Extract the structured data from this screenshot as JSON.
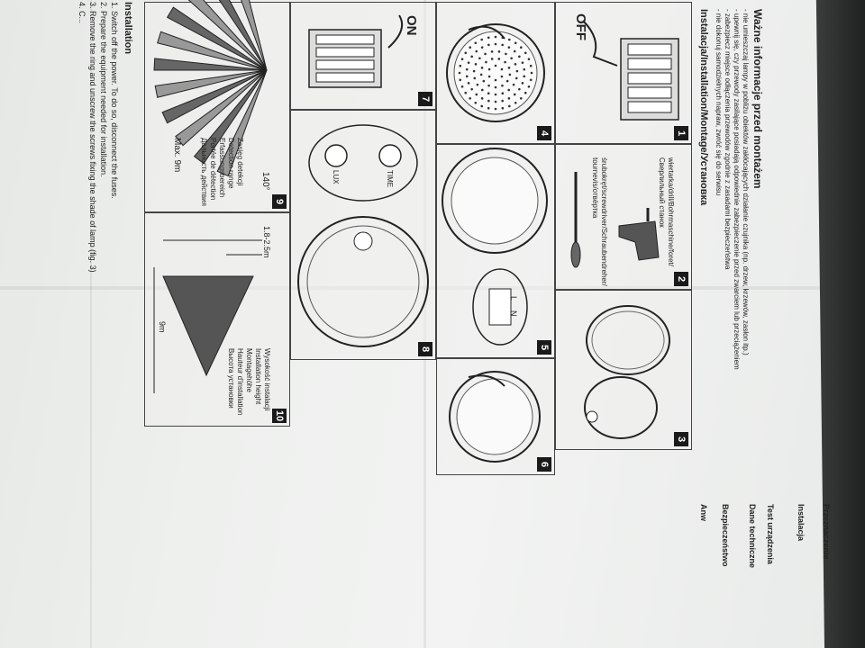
{
  "header": {
    "title": "Ważne informacje przed montażem",
    "bullets": [
      "- nie umieszczaj lampy w pobliżu obiektów zakłócających działanie czujnika (np. drzew, krzewów, zasłon itp.)",
      "- upewnij się, czy przewody zasilające posiadają odpowiednie zabezpieczenie przed zwarciem lub przeciążeniem",
      "- zabezpiecz miejsce odłączenia przewodów zgodnie z zasadami bezpieczeństwa",
      "- nie dokonuj samodzielnych napraw, zwróć się do serwisu"
    ],
    "section_title": "Instalacja/Installation/Montage/Установка"
  },
  "steps": [
    {
      "num": "1",
      "label": "OFF"
    },
    {
      "num": "2",
      "tools": [
        "wiertarka/drill/Bohrmaschine/foret/",
        "Сверлильный станок",
        "śrubokręt/screwdriver/Schraubendreher/",
        "tournevis/отвёртка"
      ]
    },
    {
      "num": "3"
    },
    {
      "num": "4"
    },
    {
      "num": "5",
      "terminals": [
        "L",
        "N"
      ]
    },
    {
      "num": "6"
    },
    {
      "num": "7",
      "label": "ON"
    },
    {
      "num": "8",
      "knobs": [
        "TIME",
        "LUX"
      ]
    },
    {
      "num": "9",
      "angle": "140°",
      "range": "Max. 9m",
      "labels": [
        "Zasięg detekcji",
        "Detection range",
        "Erfassungsbereich",
        "Portée de détection",
        "Дальность действия"
      ]
    },
    {
      "num": "10",
      "height": "1.8-2.5m",
      "distance": "9m",
      "labels": [
        "Wysokość instalacji",
        "Installation height",
        "Montagehöhe",
        "Hauteur d'installation",
        "Высота установки"
      ]
    }
  ],
  "installation": {
    "title": "Installation",
    "lines": [
      "1. Switch off the power. To do so, disconnect the fuses.",
      "2. Prepare the equipment needed for installation.",
      "3. Remove the ring and unscrew the screws fixing the shade of lamp (fig. 3)",
      "4. C..."
    ]
  },
  "right_column": {
    "instalacja_title": "Instalacja",
    "test_title": "Test urządzenia",
    "dane_title": "Dane techniczne",
    "przeznaczenie_title": "Przeznaczenie",
    "bezpiecz_title": "Bezpieczeństwo",
    "anw_title": "Anw"
  }
}
